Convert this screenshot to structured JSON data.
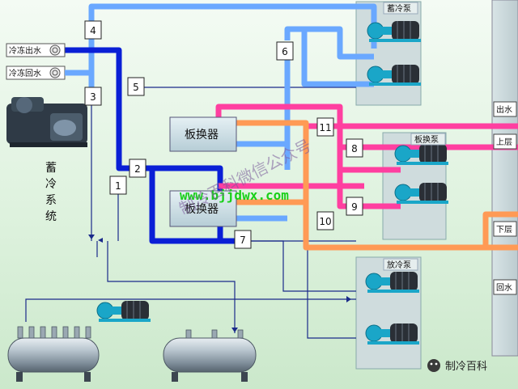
{
  "labels": {
    "supply_out": "冷冻出水",
    "supply_return": "冷冻回水",
    "storage_system": [
      "蓄",
      "冷",
      "系",
      "统"
    ],
    "hx_top": "板换器",
    "hx_bottom": "板换器",
    "pump_storage": "蓄冷泵",
    "pump_hx": "板换泵",
    "pump_release": "放冷泵",
    "side_out": "出水",
    "side_upper": "上层",
    "side_lower": "下层",
    "side_return": "回水"
  },
  "valves": [
    "1",
    "2",
    "3",
    "4",
    "5",
    "6",
    "7",
    "8",
    "9",
    "10",
    "11"
  ],
  "watermark": {
    "url": "www.bjjdwx.com",
    "text": "制冷百科微信公众号",
    "brand": "制冷百科"
  },
  "colors": {
    "dark_blue": "#0a1fd6",
    "light_blue": "#6aa8ff",
    "pink": "#ff3fa0",
    "orange": "#ff9a55",
    "thin": "#1a2a8a",
    "url_green": "#18d018"
  }
}
